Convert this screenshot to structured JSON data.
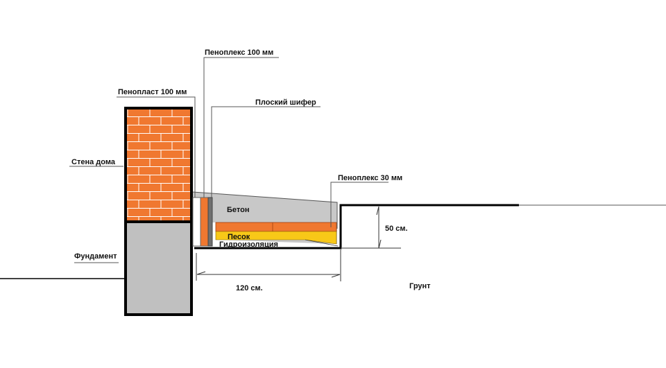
{
  "labels": {
    "penoplex_100": "Пеноплекс 100 мм",
    "penoplast_100": "Пенопласт 100 мм",
    "flat_slate": "Плоский шифер",
    "house_wall": "Стена дома",
    "penoplex_30": "Пеноплекс  30 мм",
    "concrete": "Бетон",
    "sand": "Песок",
    "waterproofing": "Гидроизоляция",
    "depth_dim": "50 см.",
    "foundation": "Фундамент",
    "width_dim": "120 см.",
    "soil": "Грунт"
  },
  "colors": {
    "brick": "#f07830",
    "foundation": "#c0c0c0",
    "concrete": "#c8c8c8",
    "sand": "#f8c818",
    "slate": "#707070"
  }
}
